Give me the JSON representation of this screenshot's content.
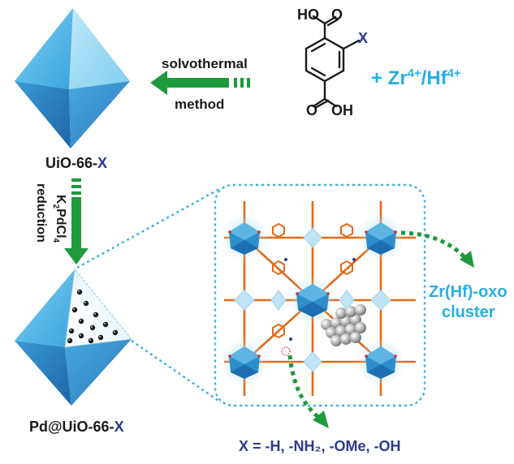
{
  "labels": {
    "solvothermal": "solvothermal",
    "method": "method",
    "uio_base": "UiO-66-",
    "uio_x": "X",
    "metal_plus": "+ Zr",
    "metal_sup1": "4+",
    "metal_slash": "/Hf",
    "metal_sup2": "4+",
    "k2_k": "K",
    "k2_sub2": "2",
    "k2_pdcl": "PdCl",
    "k2_sub4": "4",
    "reduction": "reduction",
    "pd_base": "Pd@UiO-66-",
    "pd_x": "X",
    "cluster_line1": "Zr(Hf)-oxo",
    "cluster_line2": "cluster",
    "substituents": "X = -H, -NH₂, -OMe, -OH"
  },
  "ligand": {
    "top_acid": "HO",
    "bottom_acid": "OH",
    "top_o": "O",
    "bottom_o": "O",
    "substituent": "X"
  },
  "colors": {
    "octahedron_light": "#a9e0f5",
    "octahedron_mid": "#4fb4e6",
    "octahedron_dark": "#1f6fb0",
    "arrow_green": "#1e9a3c",
    "cluster_blue": "#2c8fcc",
    "linker_orange": "#e06a1a",
    "label_navy": "#2b3a8c",
    "label_cyan": "#29aee3"
  }
}
